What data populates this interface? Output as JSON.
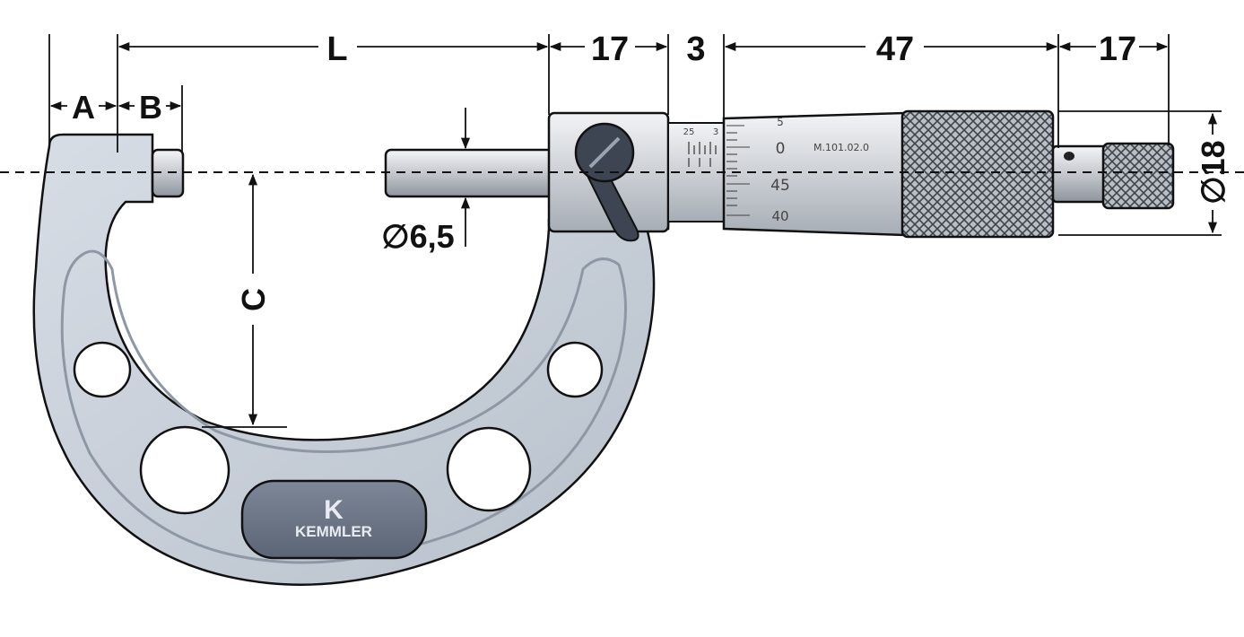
{
  "dimensions": {
    "L": "L",
    "A": "A",
    "B": "B",
    "C": "C",
    "dim_17_sleeve": "17",
    "dim_3": "3",
    "dim_47": "47",
    "dim_17_ratchet": "17",
    "spindle_diameter": "∅6,5",
    "thimble_diameter": "∅18"
  },
  "scale": {
    "thimble_marks": [
      "5",
      "0",
      "45",
      "40"
    ],
    "sleeve_marks": [
      "25",
      "3"
    ],
    "model_code": "M.101.02.0"
  },
  "brand": {
    "logo_letter": "K",
    "name": "KEMMLER"
  },
  "colors": {
    "frame": "#c9d0d9",
    "frame_dark": "#8e98a5",
    "plate": "#6c7686",
    "metal": "#d9dde2",
    "knurl": "#9aa0a8",
    "lock": "#3d4552",
    "outline": "#111111"
  }
}
